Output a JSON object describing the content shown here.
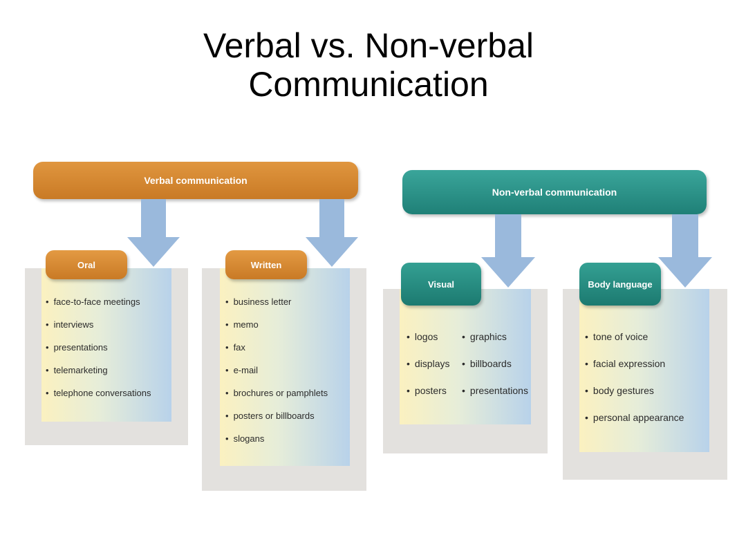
{
  "title": {
    "line1": "Verbal vs. Non-verbal",
    "line2": "Communication"
  },
  "verbal": {
    "header": "Verbal communication",
    "oral": {
      "label": "Oral",
      "items": [
        "face-to-face meetings",
        "interviews",
        "presentations",
        "telemarketing",
        "telephone conversations"
      ]
    },
    "written": {
      "label": "Written",
      "items": [
        "business letter",
        "memo",
        "fax",
        "e-mail",
        "brochures or pamphlets",
        "posters or billboards",
        "slogans"
      ]
    }
  },
  "nonverbal": {
    "header": "Non-verbal communication",
    "visual": {
      "label": "Visual",
      "col1": [
        "logos",
        "displays",
        "posters"
      ],
      "col2": [
        "graphics",
        "billboards",
        "presentations"
      ]
    },
    "body": {
      "label": "Body language",
      "items": [
        "tone of voice",
        "facial expression",
        "body gestures",
        "personal appearance"
      ]
    }
  },
  "colors": {
    "verbal": "#d48b34",
    "nonverbal": "#2a9187",
    "arrow": "#9ab9dc"
  }
}
